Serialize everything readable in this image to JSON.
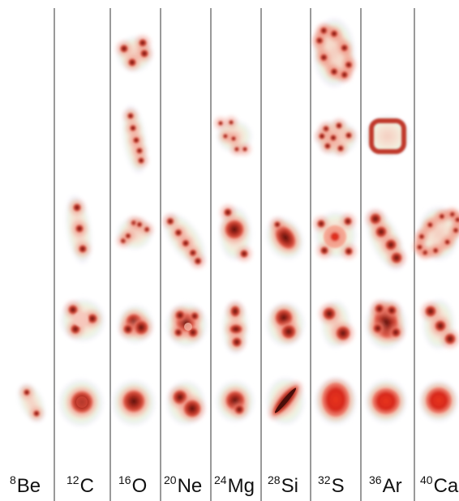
{
  "nuclei": [
    {
      "mass": "8",
      "symbol": "Be"
    },
    {
      "mass": "12",
      "symbol": "C"
    },
    {
      "mass": "16",
      "symbol": "O"
    },
    {
      "mass": "20",
      "symbol": "Ne"
    },
    {
      "mass": "24",
      "symbol": "Mg"
    },
    {
      "mass": "28",
      "symbol": "Si"
    },
    {
      "mass": "32",
      "symbol": "S"
    },
    {
      "mass": "36",
      "symbol": "Ar"
    },
    {
      "mass": "40",
      "symbol": "Ca"
    }
  ],
  "colors": {
    "halo": "#e8f8e4",
    "halo_edge": "#e7dcf4",
    "glow": "#ef8a7a",
    "core": "#c0392b",
    "core_dark": "#7b1a12",
    "divider": "#333333"
  }
}
